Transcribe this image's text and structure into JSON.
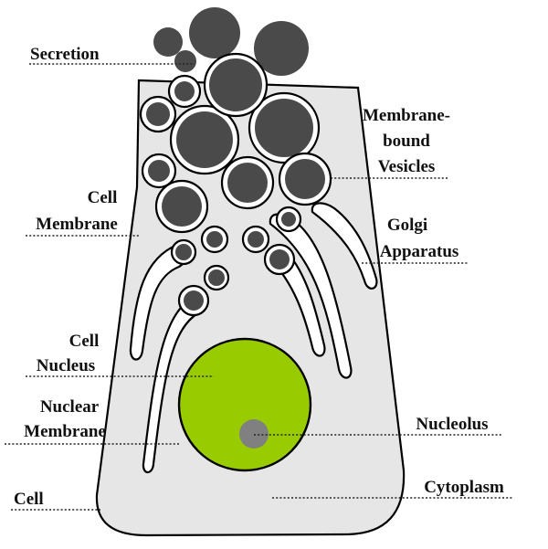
{
  "labels": {
    "secretion": "Secretion",
    "membrane_bound_1": "Membrane-",
    "membrane_bound_2": "bound",
    "membrane_bound_3": "Vesicles",
    "cell_membrane_1": "Cell",
    "cell_membrane_2": "Membrane",
    "golgi_1": "Golgi",
    "golgi_2": "Apparatus",
    "cell_nucleus_1": "Cell",
    "cell_nucleus_2": "Nucleus",
    "nuclear_membrane_1": "Nuclear",
    "nuclear_membrane_2": "Membrane",
    "nucleolus": "Nucleolus",
    "cell": "Cell",
    "cytoplasm": "Cytoplasm"
  },
  "colors": {
    "cell_fill": "#e6e6e6",
    "vesicle_fill": "#4a4a4a",
    "nucleus_fill": "#99cc00",
    "nucleolus_fill": "#808080",
    "golgi_fill": "#ffffff"
  }
}
